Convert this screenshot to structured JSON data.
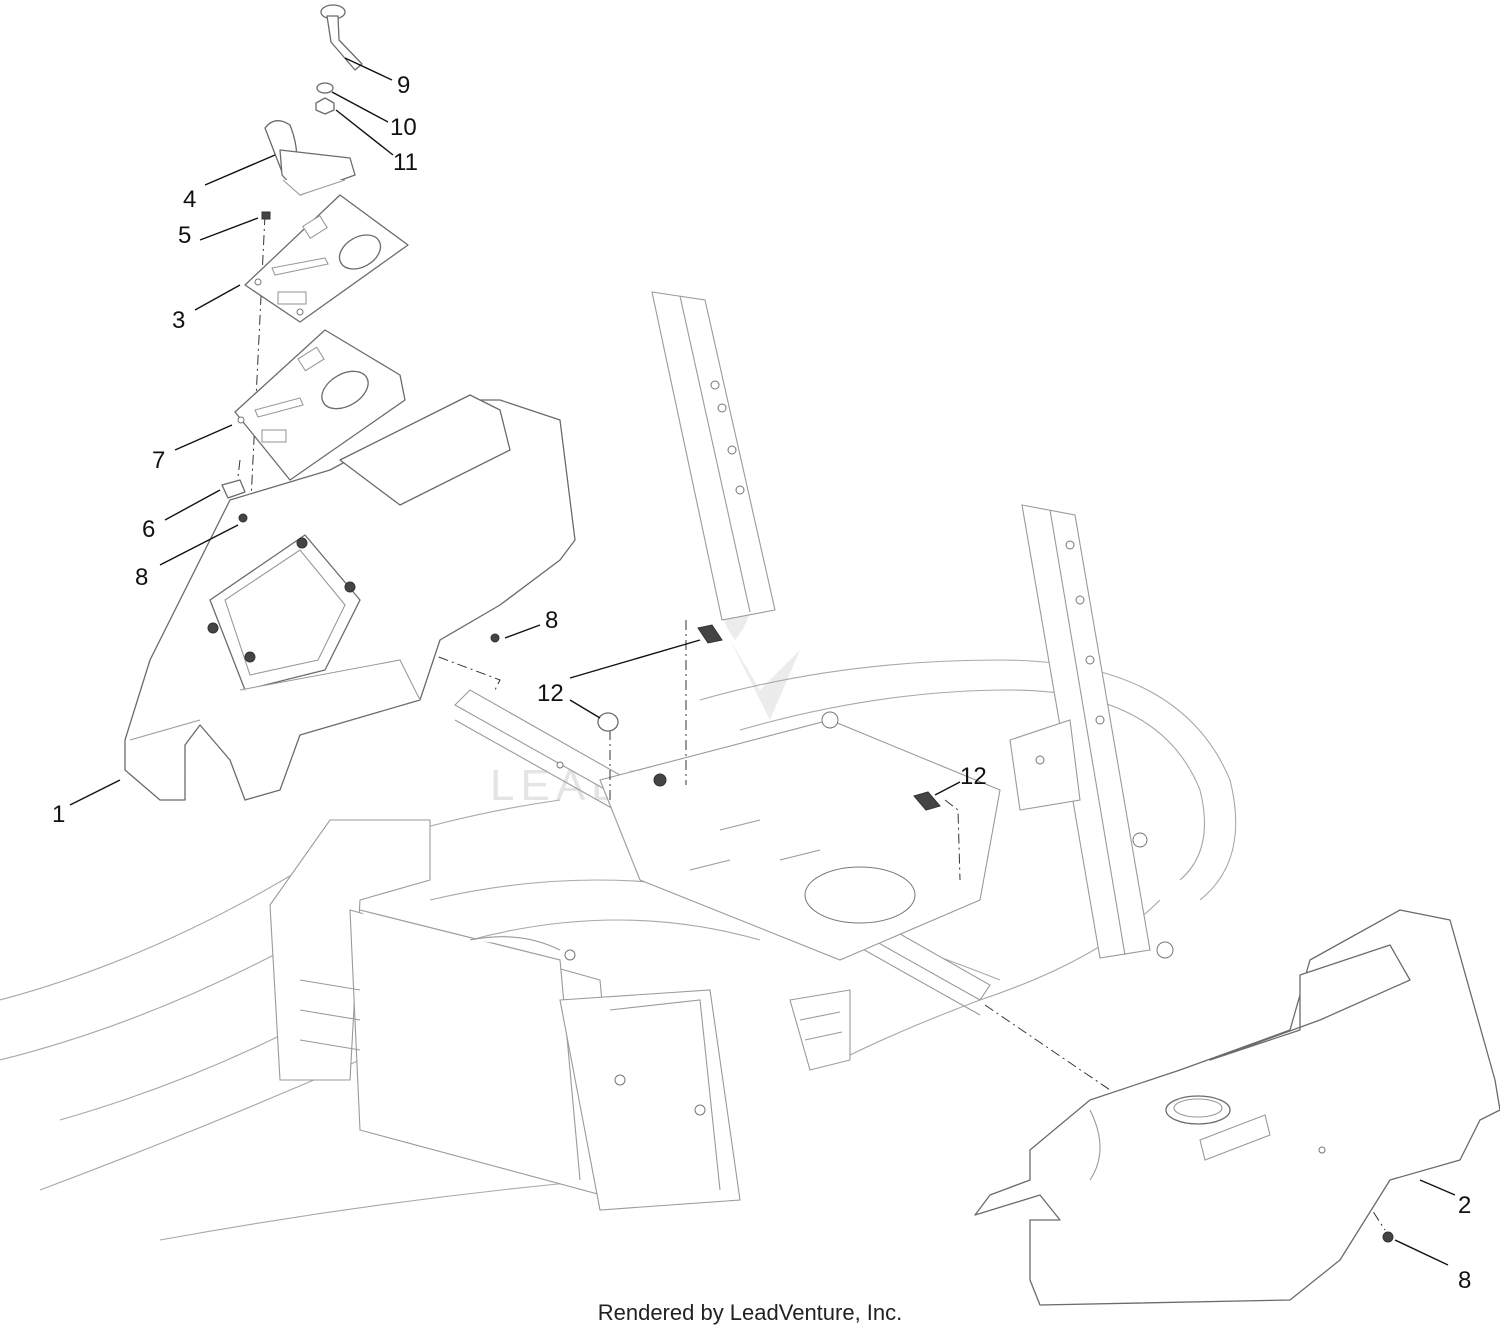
{
  "callouts": [
    {
      "id": "c1",
      "label": "1"
    },
    {
      "id": "c2",
      "label": "2"
    },
    {
      "id": "c3",
      "label": "3"
    },
    {
      "id": "c4",
      "label": "4"
    },
    {
      "id": "c5",
      "label": "5"
    },
    {
      "id": "c6",
      "label": "6"
    },
    {
      "id": "c7",
      "label": "7"
    },
    {
      "id": "c8a",
      "label": "8"
    },
    {
      "id": "c8b",
      "label": "8"
    },
    {
      "id": "c8c",
      "label": "8"
    },
    {
      "id": "c9",
      "label": "9"
    },
    {
      "id": "c10",
      "label": "10"
    },
    {
      "id": "c11",
      "label": "11"
    },
    {
      "id": "c12a",
      "label": "12"
    },
    {
      "id": "c12b",
      "label": "12"
    }
  ],
  "watermark": "LEADVENTURE",
  "footer": "Rendered by LeadVenture, Inc.",
  "colors": {
    "line": "#6b6b6b",
    "ink": "#111111",
    "watermark": "#e4e4e4"
  }
}
